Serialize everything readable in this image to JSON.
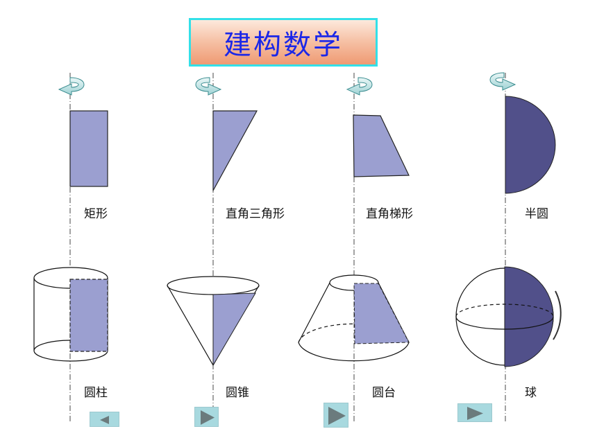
{
  "title": "建构数学",
  "labels": {
    "rectangle": "矩形",
    "right_triangle": "直角三角形",
    "right_trapezoid": "直角梯形",
    "semicircle": "半圆",
    "cylinder": "圆柱",
    "cone": "圆锥",
    "frustum": "圆台",
    "sphere": "球"
  },
  "colors": {
    "title_text": "#1b27e8",
    "title_border": "#33e0e8",
    "shape_fill": "#9b9fd0",
    "semicircle_fill": "#51508a",
    "nav_button": "#a8d9df",
    "nav_arrow": "#6b7b7d"
  },
  "icons": [
    "rotation-arrow-icon",
    "prev-arrow-icon",
    "next-arrow-icon"
  ]
}
